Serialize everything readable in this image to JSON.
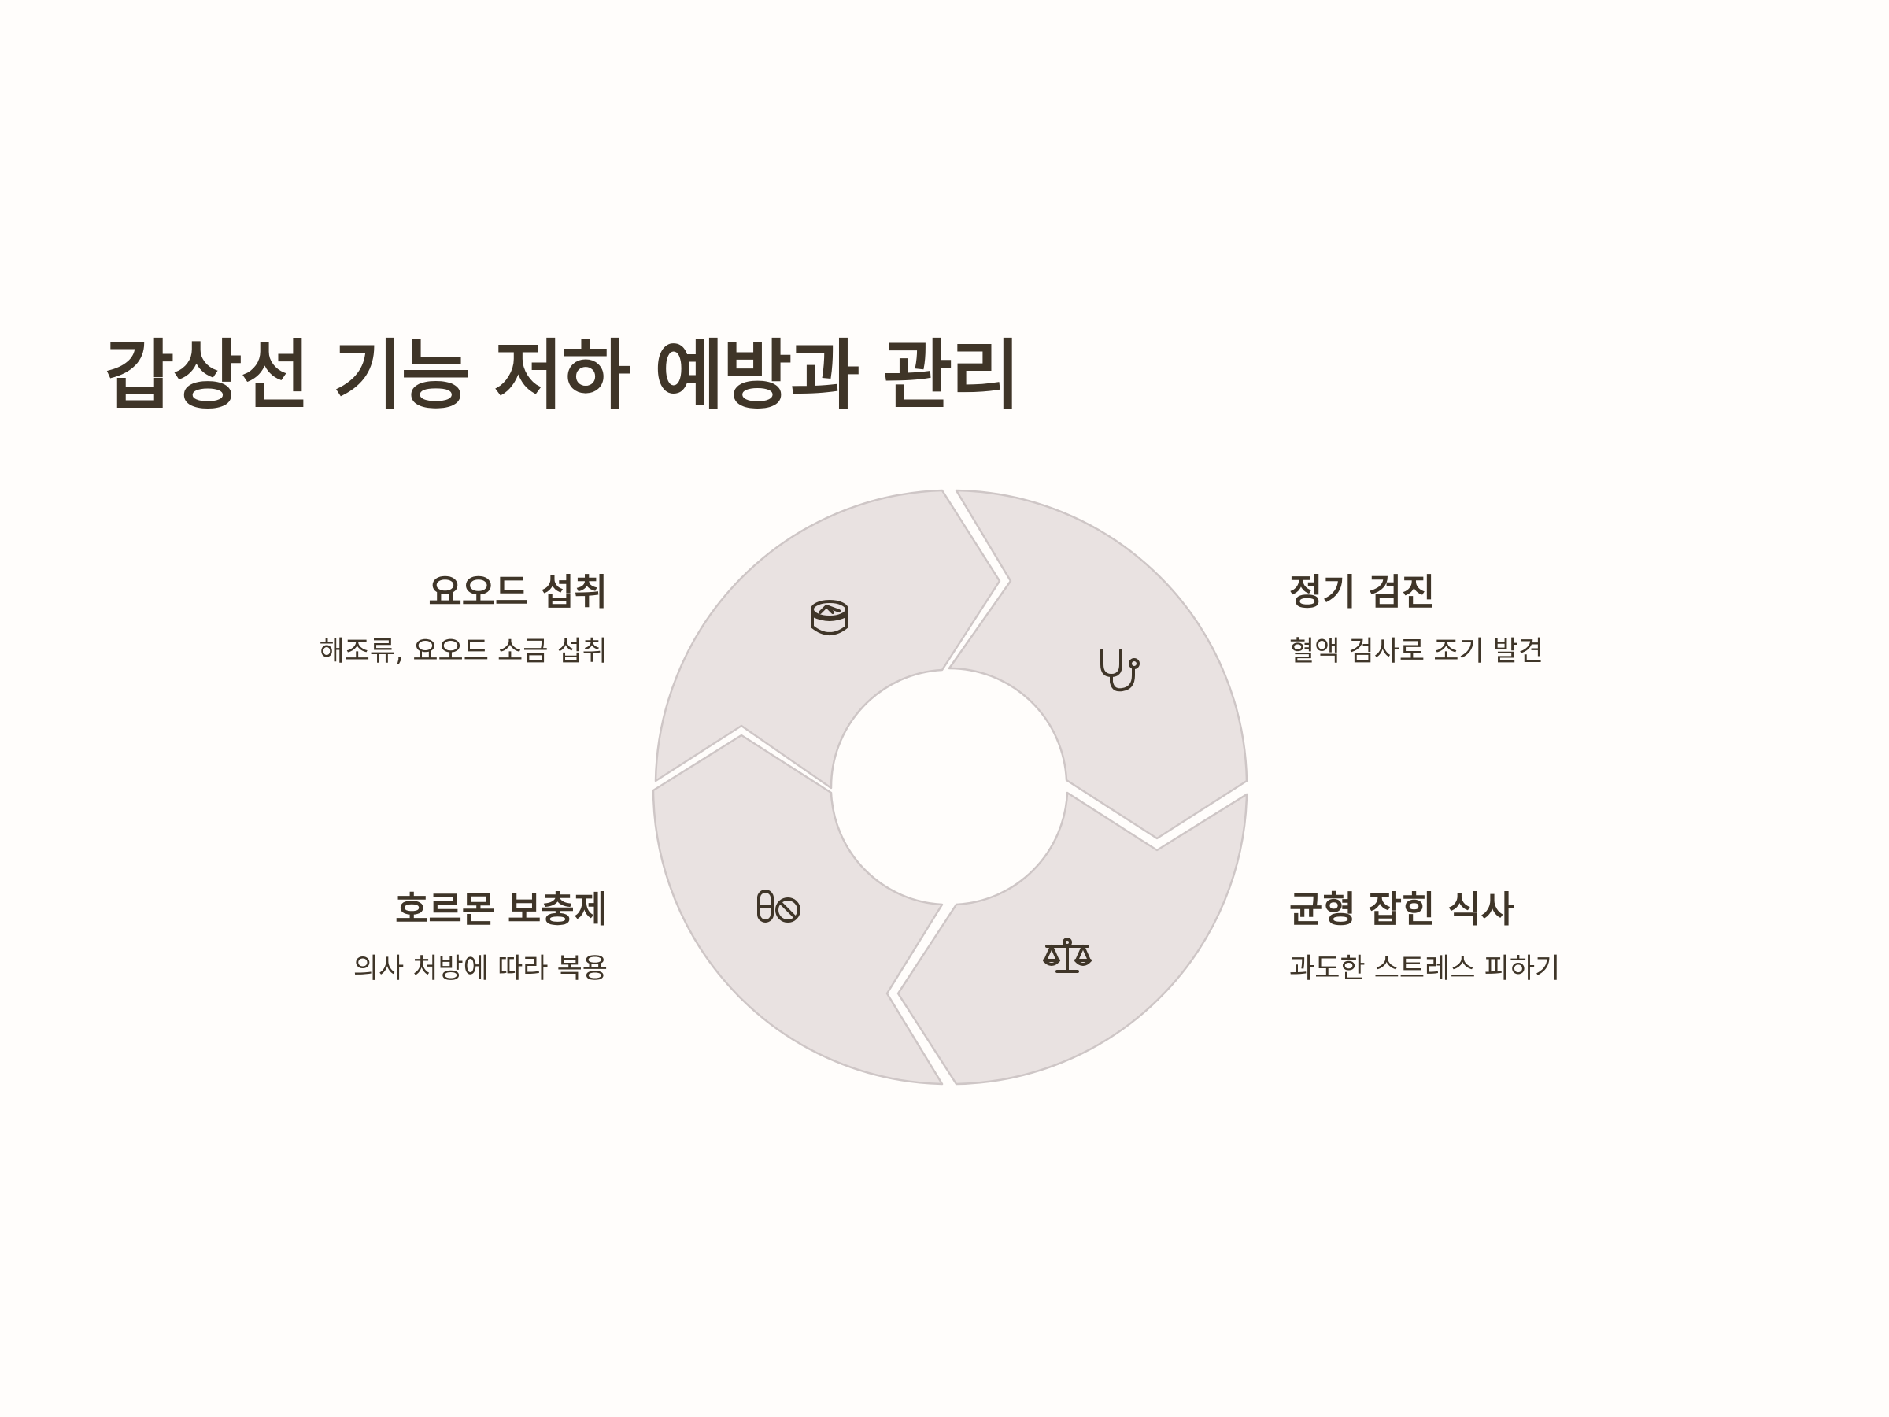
{
  "title": "갑상선 기능 저하 예방과 관리",
  "segments": [
    {
      "id": "iodine",
      "title": "요오드 섭취",
      "desc": "해조류, 요오드 소금 섭취",
      "icon": "pill-bottle-icon"
    },
    {
      "id": "checkup",
      "title": "정기 검진",
      "desc": "혈액 검사로 조기 발견",
      "icon": "stethoscope-icon"
    },
    {
      "id": "diet",
      "title": "균형 잡힌 식사",
      "desc": "과도한 스트레스 피하기",
      "icon": "balance-scale-icon"
    },
    {
      "id": "hormone",
      "title": "호르몬 보충제",
      "desc": "의사 처방에 따라 복용",
      "icon": "pills-icon"
    }
  ],
  "colors": {
    "segment_fill": "#E9E2E1",
    "segment_stroke": "#CEC6C6",
    "text": "#3F3528",
    "background": "#FFFDFB"
  }
}
